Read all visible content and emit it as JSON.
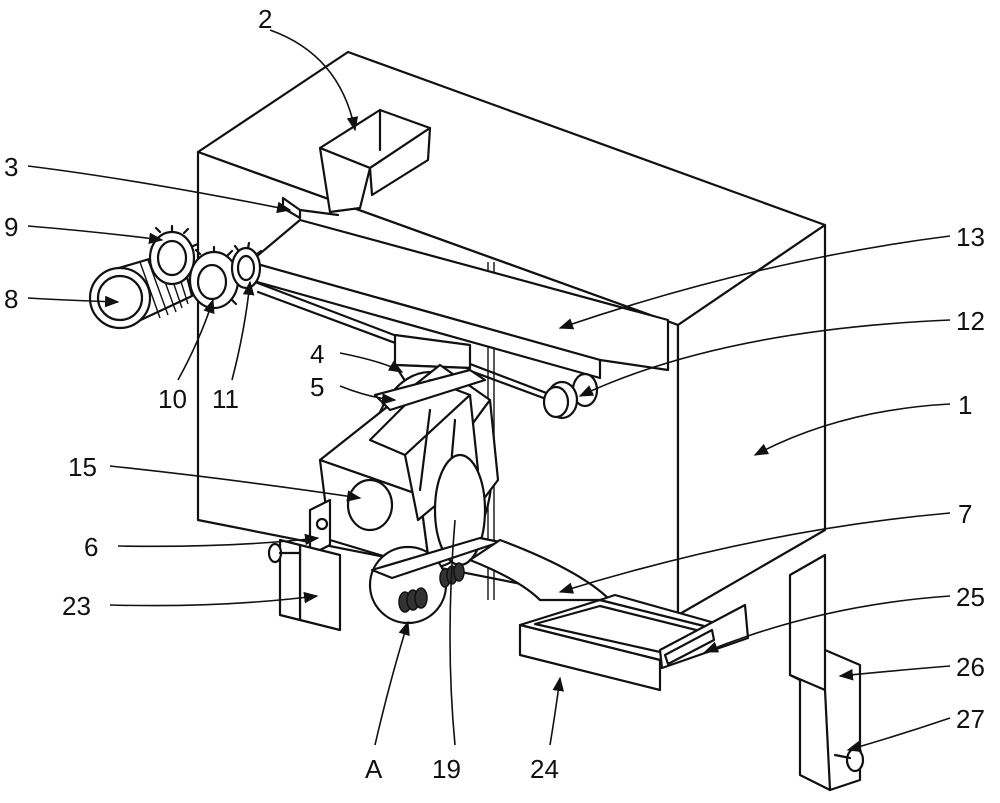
{
  "labels": {
    "l1": "1",
    "l2": "2",
    "l3": "3",
    "l4": "4",
    "l5": "5",
    "l6": "6",
    "l7": "7",
    "l8": "8",
    "l9": "9",
    "l10": "10",
    "l11": "11",
    "l12": "12",
    "l13": "13",
    "l15": "15",
    "l19": "19",
    "l23": "23",
    "l24": "24",
    "l25": "25",
    "l26": "26",
    "l27": "27",
    "lA": "A"
  }
}
